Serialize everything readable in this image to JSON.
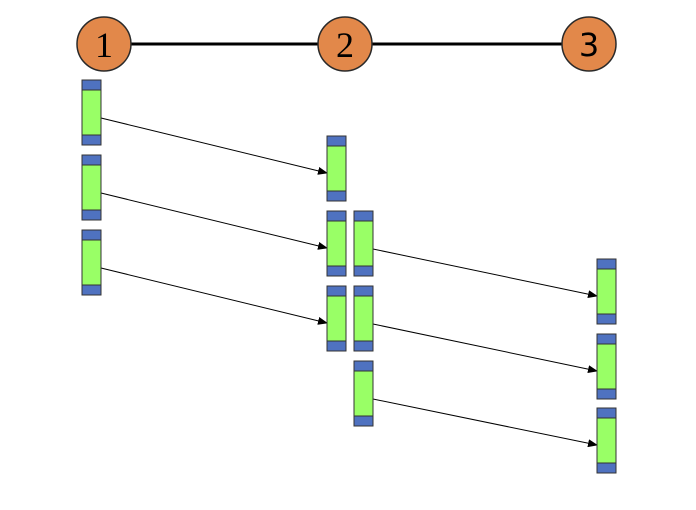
{
  "diagram": {
    "colors": {
      "node_fill": "#e2884a",
      "node_stroke": "#2a2a2a",
      "timeline": "#000000",
      "block_body": "#99ff66",
      "block_cap": "#4f72c0",
      "block_border": "#333333",
      "arrow": "#000000"
    },
    "nodes": [
      {
        "id": "n1",
        "label": "1",
        "style": "serif"
      },
      {
        "id": "n2",
        "label": "2",
        "style": "serif"
      },
      {
        "id": "n3",
        "label": "3",
        "style": "sans"
      }
    ],
    "timeline_edges": [
      {
        "from": "n1",
        "to": "n2"
      },
      {
        "from": "n2",
        "to": "n3"
      }
    ],
    "columns": [
      {
        "id": "col1",
        "stage": "n1",
        "blocks": [
          "a1",
          "a2",
          "a3"
        ]
      },
      {
        "id": "col2a",
        "stage": "n2",
        "blocks": [
          "b1",
          "b2",
          "b3"
        ]
      },
      {
        "id": "col2b",
        "stage": "n2",
        "blocks": [
          "c1",
          "c2",
          "c3"
        ]
      },
      {
        "id": "col3",
        "stage": "n3",
        "blocks": [
          "d1",
          "d2",
          "d3"
        ]
      }
    ],
    "arrows": [
      {
        "from": "a1",
        "to": "b1"
      },
      {
        "from": "a2",
        "to": "b2"
      },
      {
        "from": "a3",
        "to": "b3"
      },
      {
        "from": "c1",
        "to": "d1"
      },
      {
        "from": "c2",
        "to": "d2"
      },
      {
        "from": "c3",
        "to": "d3"
      }
    ]
  }
}
